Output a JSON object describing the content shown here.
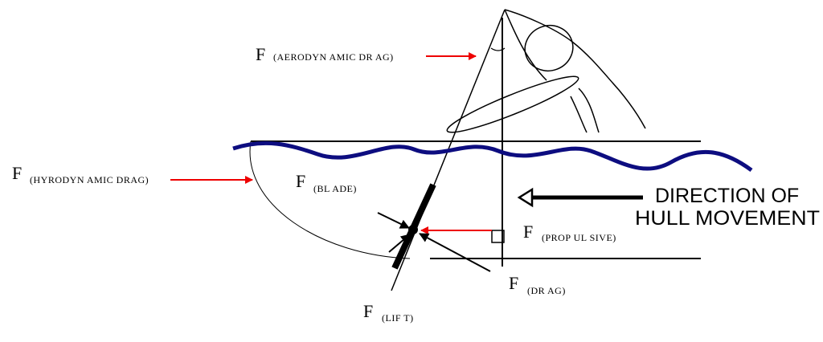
{
  "forces": {
    "aero": {
      "symbol": "F",
      "sub": "(AERODYN  AMIC DR AG)"
    },
    "hydro": {
      "symbol": "F",
      "sub": "(HYRODYN  AMIC  DRAG)"
    },
    "blade": {
      "symbol": "F",
      "sub": "(BL ADE)"
    },
    "propulsive": {
      "symbol": "F",
      "sub": "(PROP UL SIVE)"
    },
    "drag": {
      "symbol": "F",
      "sub": "(DR AG)"
    },
    "lift": {
      "symbol": "F",
      "sub": "(LIF T)"
    }
  },
  "direction": {
    "line1": "DIRECTION OF",
    "line2": "HULL MOVEMENT"
  },
  "colors": {
    "water": "#0d0d80",
    "force_arrow": "#ee0000",
    "ink": "#000000"
  }
}
